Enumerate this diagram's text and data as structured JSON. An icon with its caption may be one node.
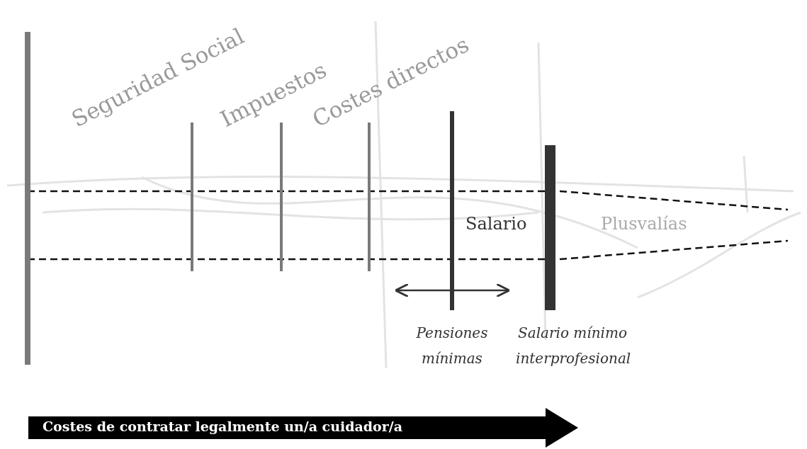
{
  "diagram": {
    "labels": [
      "Seguridad Social",
      "Impuestos",
      "Costes directos",
      "Salario",
      "Plusvalías",
      "Pensiones mínimas",
      "Salario mínimo interprofesional",
      "Costes de contratar legalmente un/a cuidador/a"
    ]
  }
}
